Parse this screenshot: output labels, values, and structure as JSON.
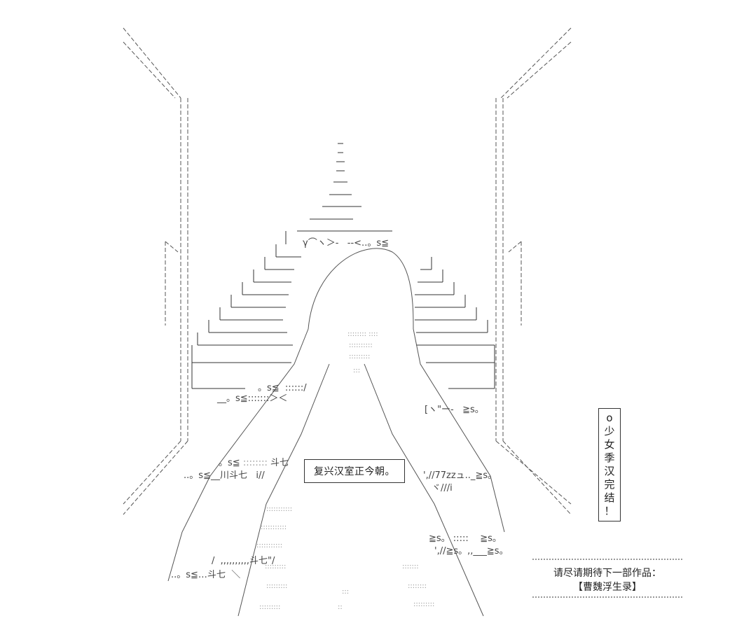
{
  "slogan": "复兴汉室正今朝。",
  "vertical_title": [
    "o",
    "少",
    "女",
    "季",
    "汉",
    "完",
    "结",
    "！"
  ],
  "next_work": {
    "line1": "请尽请期待下一部作品：",
    "line2": "【曹魏浮生录】"
  },
  "ascii_fragments": [
    "斗七",
    "斗七",
    "斗七",
    "斗七",
    "。s≦",
    "。s≦",
    "≧s。",
    "≧s。",
    "≧s。",
    "≧s。",
    "≧s。",
    "复兴",
    "ヾ///i",
    "//77zzュ"
  ]
}
